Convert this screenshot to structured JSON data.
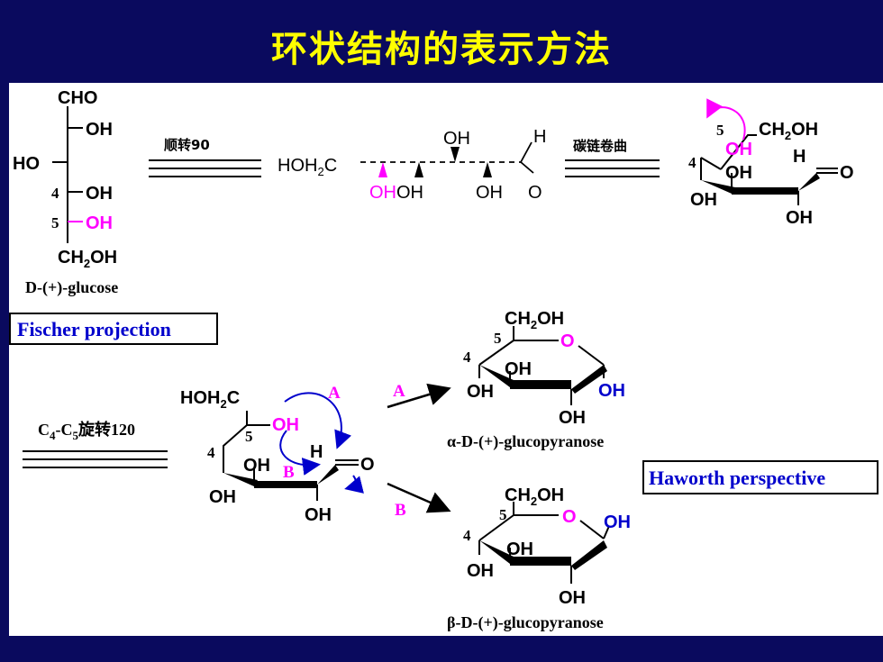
{
  "title": "环状结构的表示方法",
  "fischer": {
    "cho": "CHO",
    "oh_c2": "OH",
    "ho_c3": "HO",
    "c4_num": "4",
    "oh_c4": "OH",
    "c5_num": "5",
    "oh_c5": "OH",
    "ch2oh": "CH",
    "ch2oh_sub": "2",
    "ch2oh_end": "OH",
    "name": "D-(+)-glucose",
    "label": "Fischer projection"
  },
  "step1": {
    "label": "顺转90"
  },
  "chain": {
    "left_group": "HOH",
    "left_sub": "2",
    "left_end": "C",
    "oh_up": "OH",
    "h_ald": "H",
    "oh_magenta": "OH",
    "oh_b1": "OH",
    "oh_b2": "OH",
    "o_ald": "O"
  },
  "step2": {
    "label": "碳链卷曲"
  },
  "curled": {
    "c5_num": "5",
    "ch2oh": "CH",
    "ch2oh_sub": "2",
    "ch2oh_end": "OH",
    "oh5": "OH",
    "c4_num": "4",
    "oh_inner": "OH",
    "h": "H",
    "o": "O",
    "oh_left": "OH",
    "oh_bottom": "OH"
  },
  "step3": {
    "label_a": "C",
    "label_a_sub": "4",
    "label_b": "-C",
    "label_b_sub": "5",
    "label_c": "旋转120"
  },
  "rotated": {
    "group": "HOH",
    "group_sub": "2",
    "group_end": "C",
    "c5_num": "5",
    "oh5": "OH",
    "arrow_a": "A",
    "arrow_b": "B",
    "h": "H",
    "o": "O",
    "c4_num": "4",
    "oh_inner": "OH",
    "oh_left": "OH",
    "oh_bottom": "OH"
  },
  "alpha": {
    "route": "A",
    "ch2oh": "CH",
    "ch2oh_sub": "2",
    "ch2oh_end": "OH",
    "c5_num": "5",
    "o_ring": "O",
    "c4_num": "4",
    "oh_inner": "OH",
    "oh_left": "OH",
    "oh_anomeric": "OH",
    "oh_bottom": "OH",
    "name": "α-D-(+)-glucopyranose"
  },
  "beta": {
    "route": "B",
    "ch2oh": "CH",
    "ch2oh_sub": "2",
    "ch2oh_end": "OH",
    "c5_num": "5",
    "o_ring": "O",
    "oh_anomeric": "OH",
    "c4_num": "4",
    "oh_inner": "OH",
    "oh_left": "OH",
    "oh_bottom": "OH",
    "name": "β-D-(+)-glucopyranose"
  },
  "haworth_label": "Haworth perspective",
  "colors": {
    "background": "#0a0a5e",
    "title": "#ffff00",
    "magenta": "#ff00ff",
    "blue": "#0000cc"
  }
}
